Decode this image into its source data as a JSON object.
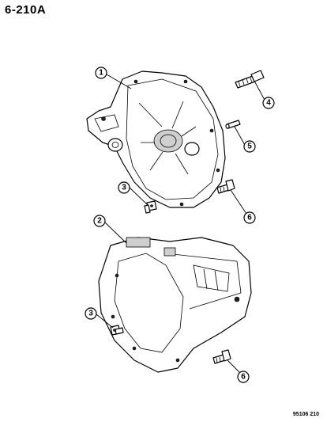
{
  "header": {
    "title": "6-210A"
  },
  "footer": {
    "figure_code": "95106 210"
  },
  "callouts": [
    {
      "id": "c1-top",
      "label": "1"
    },
    {
      "id": "c2-bottom",
      "label": "2"
    },
    {
      "id": "c3-top",
      "label": "3"
    },
    {
      "id": "c3-bottom",
      "label": "3"
    },
    {
      "id": "c4",
      "label": "4"
    },
    {
      "id": "c5",
      "label": "5"
    },
    {
      "id": "c6-top",
      "label": "6"
    },
    {
      "id": "c6-bottom",
      "label": "6"
    }
  ]
}
